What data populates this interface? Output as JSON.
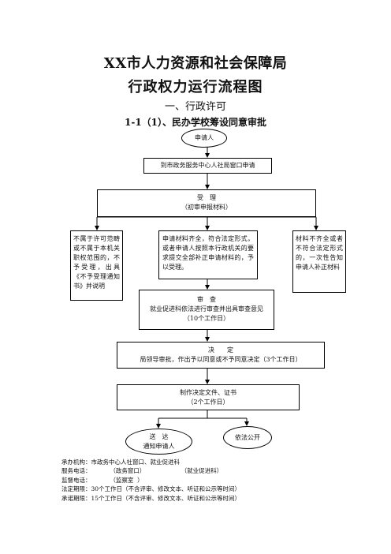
{
  "header": {
    "title_line1": "XX市人力资源和社会保障局",
    "title_line2": "行政权力运行流程图",
    "section": "一、行政许可",
    "subtitle": "1-1（1）、民办学校筹设同意审批"
  },
  "flow": {
    "applicant": "申请人",
    "submit": "到市政务服务中心人社局窗口申请",
    "accept_title": "受　理",
    "accept_sub": "（初审申报材料）",
    "reject_text": "不属于许可范畴或不属于本机关职权范围的，不予受理，出具《不予受理通知书》并说明",
    "complete_text": "申请材料齐全，符合法定形式，或者申请人按照本行政机关的要求提交全部补正申请材料的，予以受理。",
    "incomplete_text": "材料不齐全或者不符合法定形式的，一次性告知申请人补正材料",
    "review_title": "审　查",
    "review_body": "就业促进科依法进行审查并出具审查意见",
    "review_days": "（10个工作日）",
    "decide_title": "决　　定",
    "decide_body": "局领导审批，作出予以同意或不予同意决定（3个工作日）",
    "produce_title": "制作决定文件、证书",
    "produce_days": "（2个工作日）",
    "deliver_title": "送　达",
    "deliver_sub": "通知申请人",
    "publish": "依法公开"
  },
  "footer": {
    "line1": "承办机构：市政务中心人社窗口、就业促进科",
    "line2": "服务电话：          （政务窗口）                   （就业促进科）",
    "line3": "监督电话：          （监察室  ）",
    "line4": "法定期限：30个工作日（不含评审、修改文本、听证和公示等时间）",
    "line5": "承诺期限：15个工作日（不含评审、修改文本、听证和公示等时间）"
  }
}
